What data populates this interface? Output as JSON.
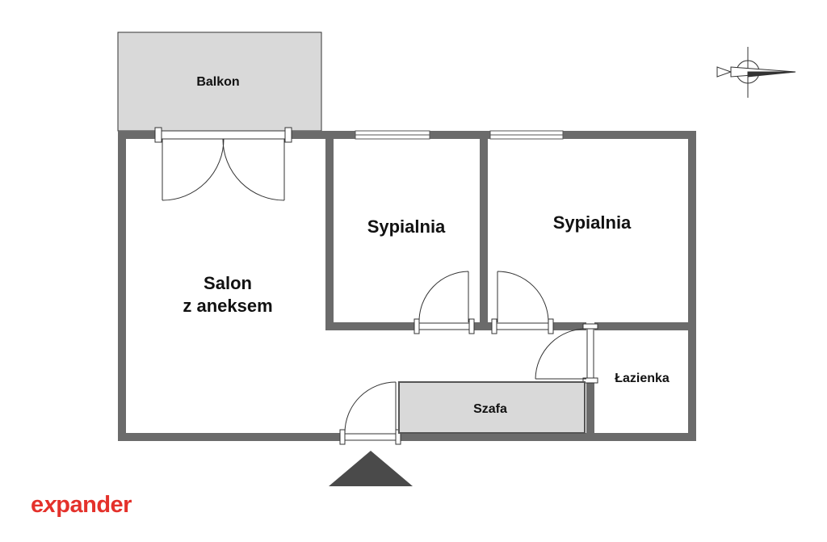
{
  "rooms": {
    "balkon": "Balkon",
    "salon_line1": "Salon",
    "salon_line2": "z aneksem",
    "sypialnia_1": "Sypialnia",
    "sypialnia_2": "Sypialnia",
    "lazienka": "Łazienka",
    "szafa": "Szafa"
  },
  "logo": {
    "text_prefix": "e",
    "text_x": "x",
    "text_suffix": "pander",
    "color": "#e4312b"
  },
  "colors": {
    "wall": "#6b6b6b",
    "balcony_fill": "#d9d9d9",
    "wardrobe_fill": "#d9d9d9",
    "entrance_marker": "#4a4a4a"
  },
  "icons": {
    "compass": "compass-icon",
    "entrance": "entrance-triangle-icon"
  }
}
